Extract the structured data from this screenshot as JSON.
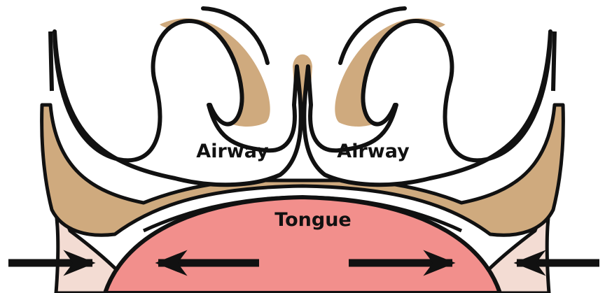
{
  "labels": {
    "airway_left": "Airway",
    "airway_right": "Airway",
    "tongue": "Tongue"
  },
  "colors": {
    "tissue": "#cfaa7e",
    "tongue": "#f28f8c",
    "cheek": "#f3dcd3",
    "outline": "#111111",
    "background": "#ffffff"
  },
  "arrows": [
    {
      "name": "outer-left",
      "direction": "inward"
    },
    {
      "name": "inner-left",
      "direction": "outward"
    },
    {
      "name": "inner-right",
      "direction": "outward"
    },
    {
      "name": "outer-right",
      "direction": "inward"
    }
  ]
}
